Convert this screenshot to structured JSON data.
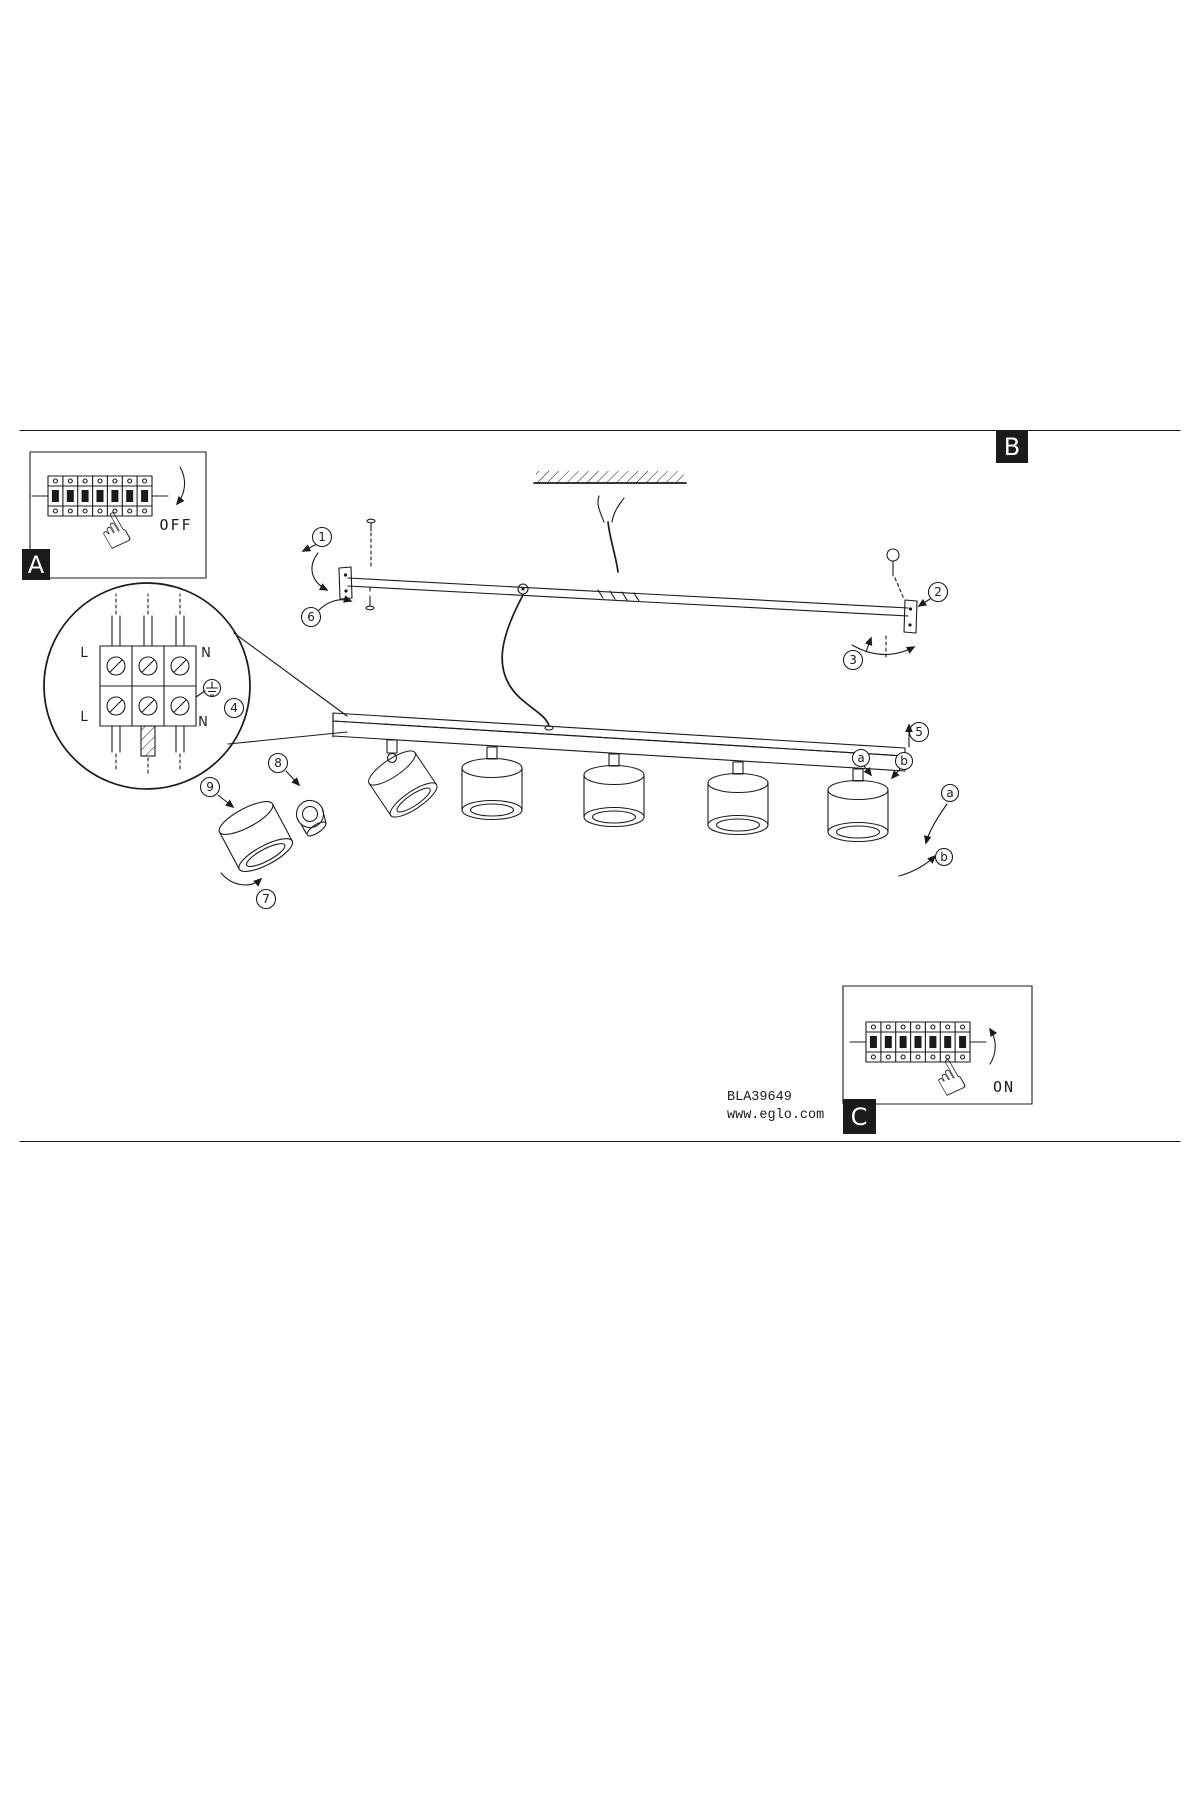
{
  "panels": {
    "a": {
      "label": "A",
      "state": "OFF"
    },
    "b": {
      "label": "B"
    },
    "c": {
      "label": "C",
      "state": "ON"
    }
  },
  "footer": {
    "product_code": "BLA39649",
    "website": "www.eglo.com"
  },
  "steps": {
    "s1": "1",
    "s2": "2",
    "s3": "3",
    "s4": "4",
    "s5": "5",
    "s6": "6",
    "s7": "7",
    "s8": "8",
    "s9": "9"
  },
  "pivots": {
    "a_top": "a",
    "b_top": "b",
    "a_side": "a",
    "b_side": "b"
  },
  "terminals": {
    "top_left": "L",
    "top_right": "N",
    "bottom_left": "L",
    "bottom_right": "N"
  },
  "icons": {
    "pointing_hand": "☝"
  },
  "colors": {
    "ink": "#1b1b1b",
    "paper": "#ffffff"
  }
}
